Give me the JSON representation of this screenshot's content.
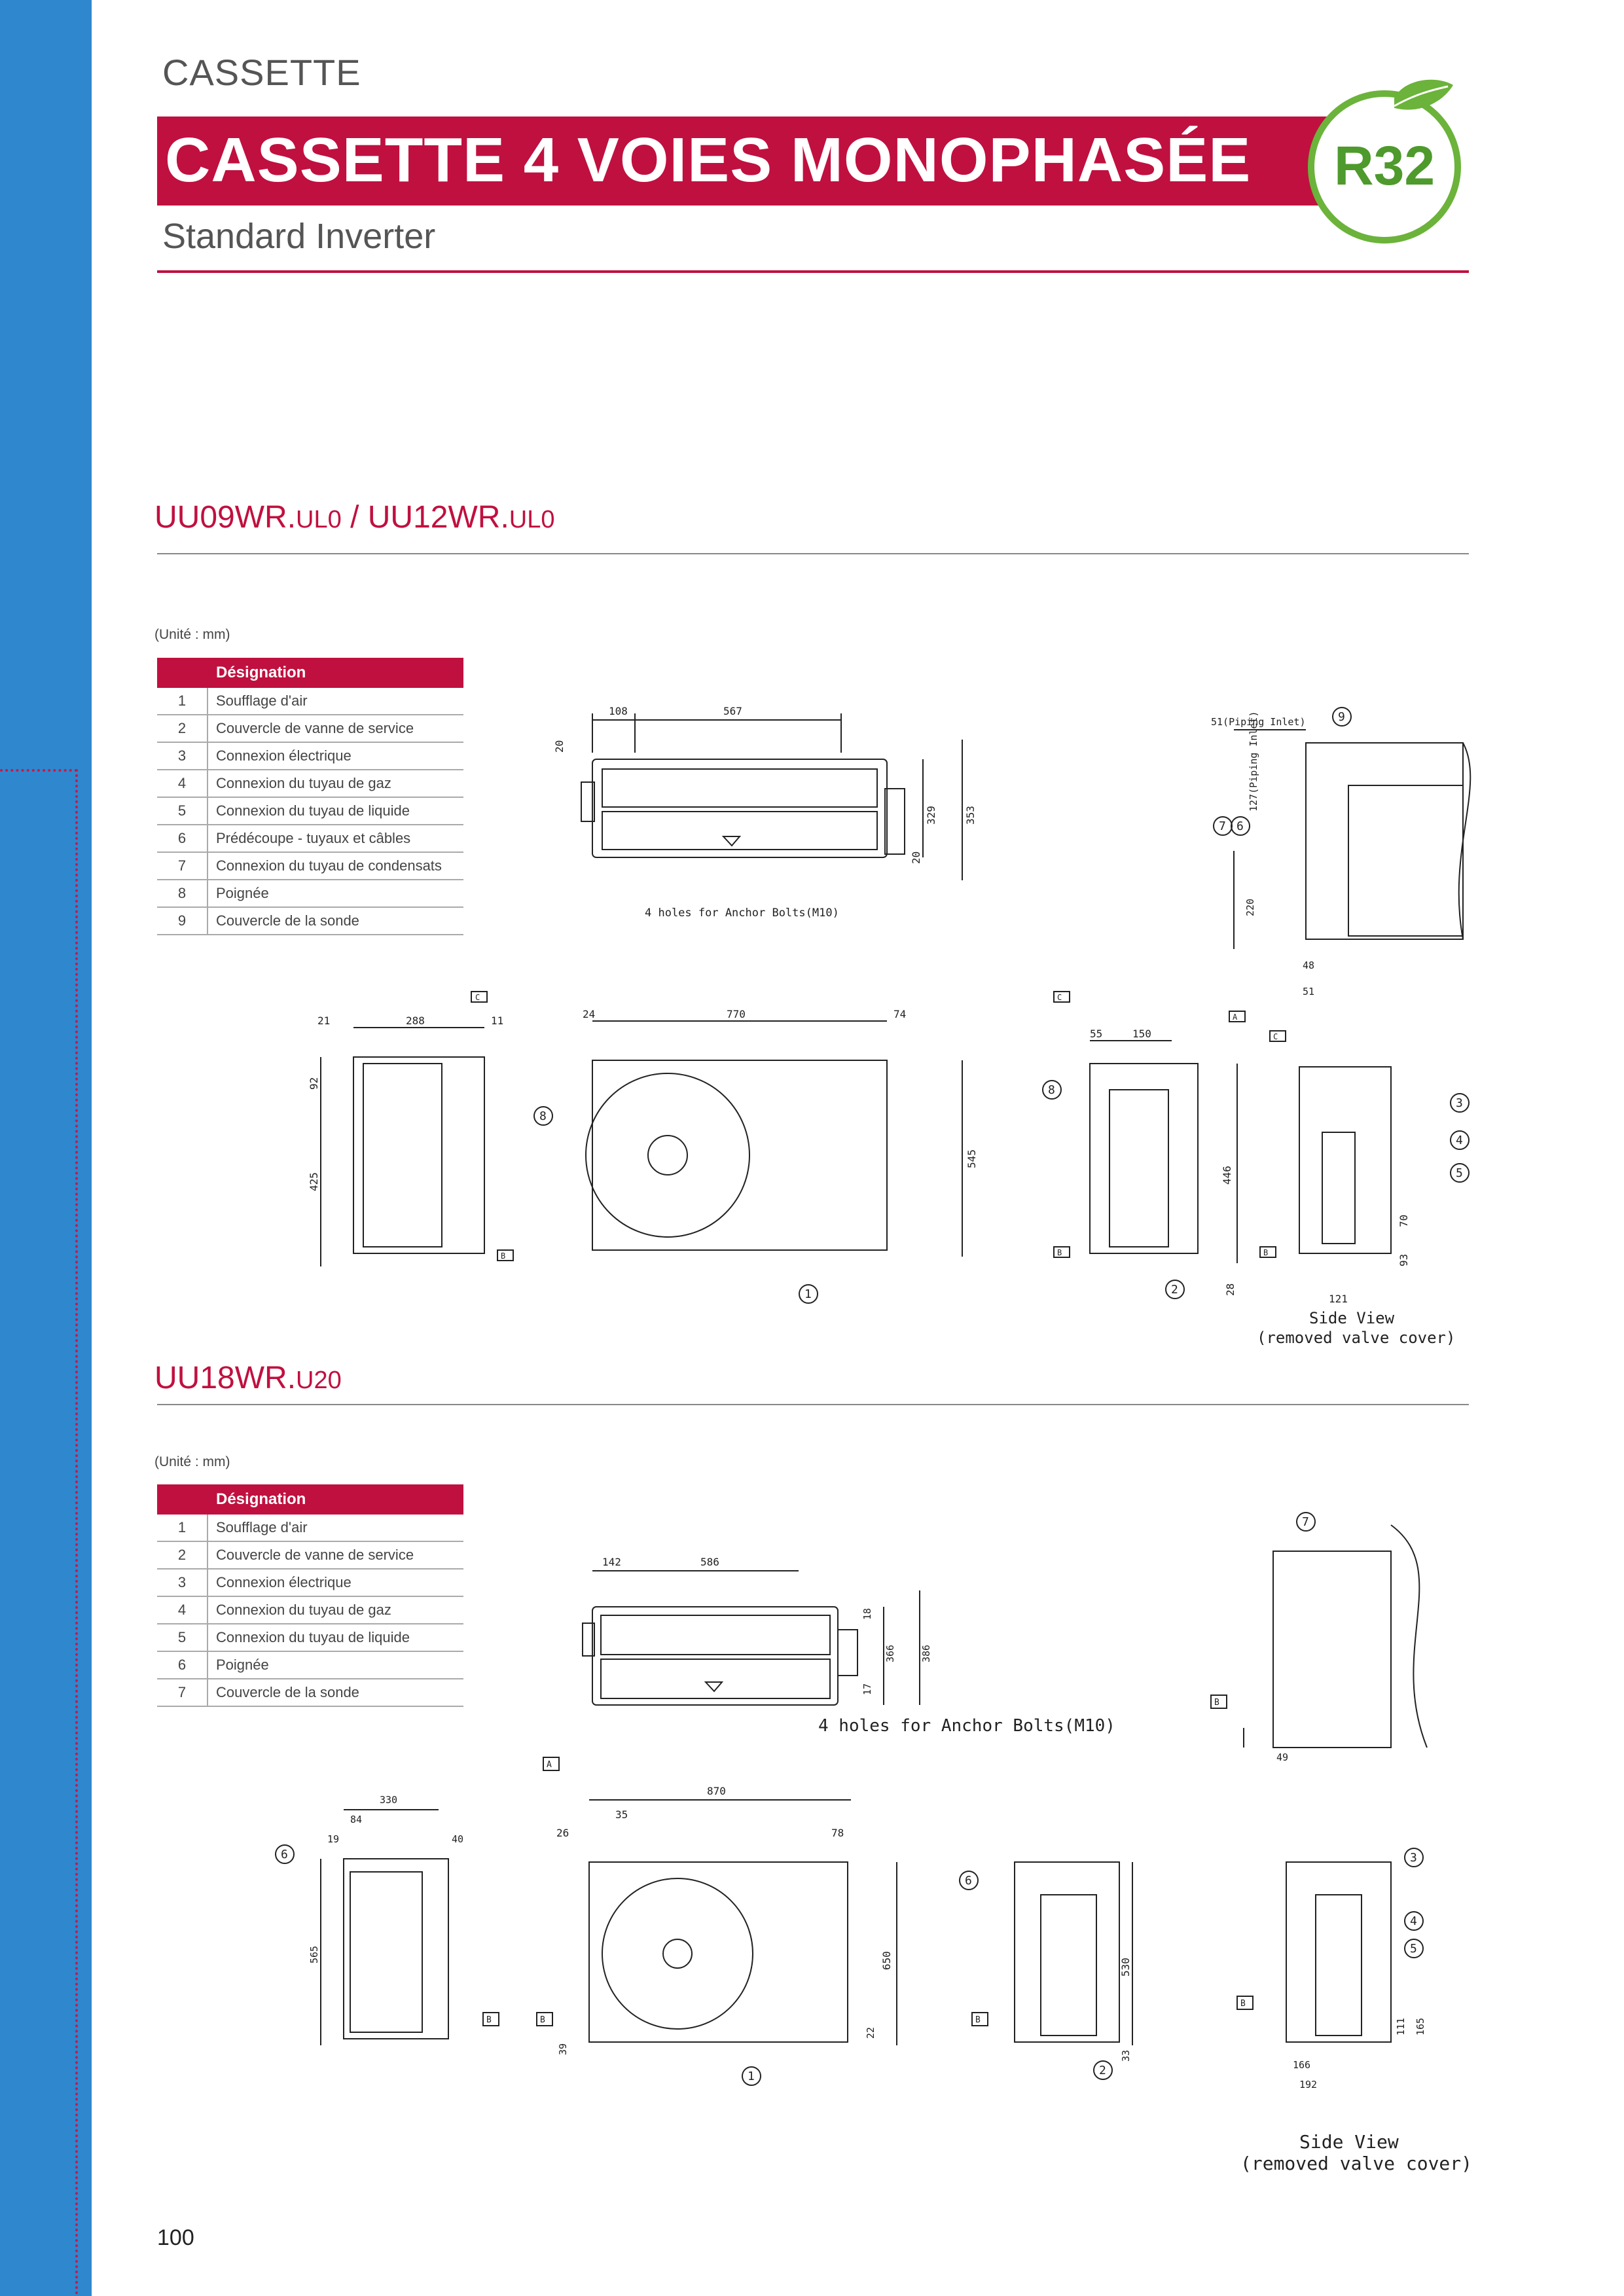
{
  "header": {
    "category": "CASSETTE",
    "title": "CASSETTE 4 VOIES MONOPHASÉE",
    "subtitle": "Standard Inverter",
    "badge": "R32"
  },
  "colors": {
    "brand_red": "#c0103f",
    "sidebar_blue": "#2f87cd",
    "badge_green": "#6bb33a"
  },
  "sections": [
    {
      "model_main_1": "UU09WR.",
      "model_suffix_1": "UL0",
      "separator": " / ",
      "model_main_2": "UU12WR.",
      "model_suffix_2": "UL0",
      "unit_note": "(Unité : mm)",
      "table_header": "Désignation",
      "rows": [
        {
          "n": "1",
          "label": "Soufflage d'air"
        },
        {
          "n": "2",
          "label": "Couvercle de vanne de service"
        },
        {
          "n": "3",
          "label": "Connexion électrique"
        },
        {
          "n": "4",
          "label": "Connexion du tuyau de gaz"
        },
        {
          "n": "5",
          "label": "Connexion du tuyau de liquide"
        },
        {
          "n": "6",
          "label": "Prédécoupe - tuyaux et câbles"
        },
        {
          "n": "7",
          "label": "Connexion du tuyau de condensats"
        },
        {
          "n": "8",
          "label": "Poignée"
        },
        {
          "n": "9",
          "label": "Couvercle de la sonde"
        }
      ],
      "drawing": {
        "anchor_note": "4 holes for Anchor Bolts(M10)",
        "piping_inlet_1": "51(Piping Inlet)",
        "piping_inlet_2": "127(Piping Inlet)",
        "side_view": "Side View",
        "side_view_note": "(removed valve cover)",
        "dims_top": [
          "108",
          "567",
          "20",
          "329",
          "353",
          "20"
        ],
        "dims_side_top": [
          "220",
          "48",
          "51"
        ],
        "dims_left": [
          "21",
          "288",
          "11",
          "92",
          "425"
        ],
        "dims_front": [
          "24",
          "770",
          "74",
          "545"
        ],
        "dims_right": [
          "55",
          "150",
          "446",
          "121",
          "70",
          "93",
          "28"
        ],
        "markers": [
          "1",
          "2",
          "3",
          "4",
          "5",
          "6",
          "7",
          "8",
          "9"
        ],
        "ref_letters": [
          "A",
          "B",
          "C"
        ]
      }
    },
    {
      "model_main": "UU18WR.",
      "model_suffix": "U20",
      "unit_note": "(Unité : mm)",
      "table_header": "Désignation",
      "rows": [
        {
          "n": "1",
          "label": "Soufflage d'air"
        },
        {
          "n": "2",
          "label": "Couvercle de vanne de service"
        },
        {
          "n": "3",
          "label": "Connexion électrique"
        },
        {
          "n": "4",
          "label": "Connexion du tuyau de gaz"
        },
        {
          "n": "5",
          "label": "Connexion du tuyau de liquide"
        },
        {
          "n": "6",
          "label": "Poignée"
        },
        {
          "n": "7",
          "label": "Couvercle de la sonde"
        }
      ],
      "drawing": {
        "anchor_note": "4 holes for Anchor Bolts(M10)",
        "side_view": "Side View",
        "side_view_note": "(removed valve cover)",
        "dims_top": [
          "142",
          "586",
          "18",
          "366",
          "386",
          "17"
        ],
        "dims_side_top": [
          "49"
        ],
        "dims_left": [
          "330",
          "84",
          "19",
          "40",
          "565"
        ],
        "dims_front": [
          "870",
          "35",
          "26",
          "78",
          "650",
          "22",
          "39"
        ],
        "dims_right": [
          "530",
          "33",
          "111",
          "165",
          "166",
          "192"
        ],
        "markers": [
          "1",
          "2",
          "3",
          "4",
          "5",
          "6",
          "7"
        ],
        "ref_letters": [
          "A",
          "B"
        ]
      }
    }
  ],
  "page_number": "100"
}
